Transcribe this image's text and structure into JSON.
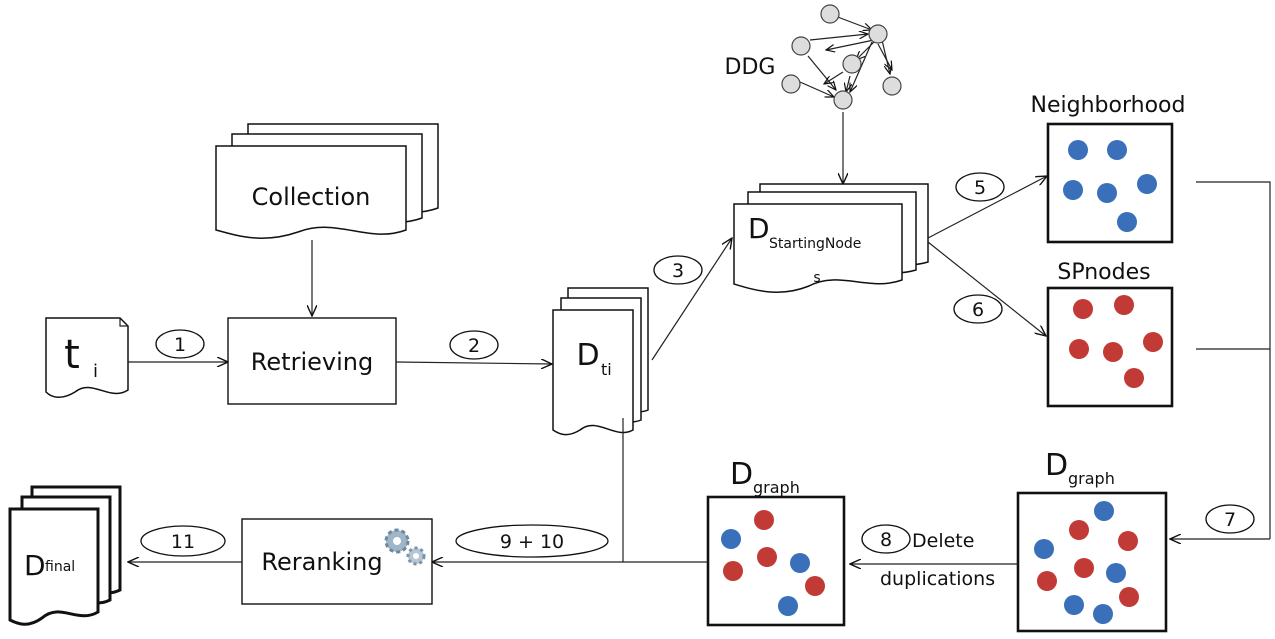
{
  "nodes": {
    "collection": "Collection",
    "t_main": "t",
    "t_sub": "i",
    "retrieving": "Retrieving",
    "dti_main": "D",
    "dti_sub": "ti",
    "ddg": "DDG",
    "dstart_main": "D",
    "dstart_sub": "StartingNode",
    "dstart_sub2": "s",
    "neighborhood": "Neighborhood",
    "spnodes": "SPnodes",
    "dgraph_main": "D",
    "dgraph_sub": "graph",
    "dgraph2_main": "D",
    "dgraph2_sub": "graph",
    "reranking": "Reranking",
    "dfinal_main": "D",
    "dfinal_sub": "final",
    "delete1": "Delete",
    "delete2": "duplications"
  },
  "steps": {
    "s1": "1",
    "s2": "2",
    "s3": "3",
    "s5": "5",
    "s6": "6",
    "s7": "7",
    "s8": "8",
    "s910": "9 + 10",
    "s11": "11"
  },
  "colors": {
    "blue_dot": "#3a6fba",
    "red_dot": "#c23a36"
  }
}
